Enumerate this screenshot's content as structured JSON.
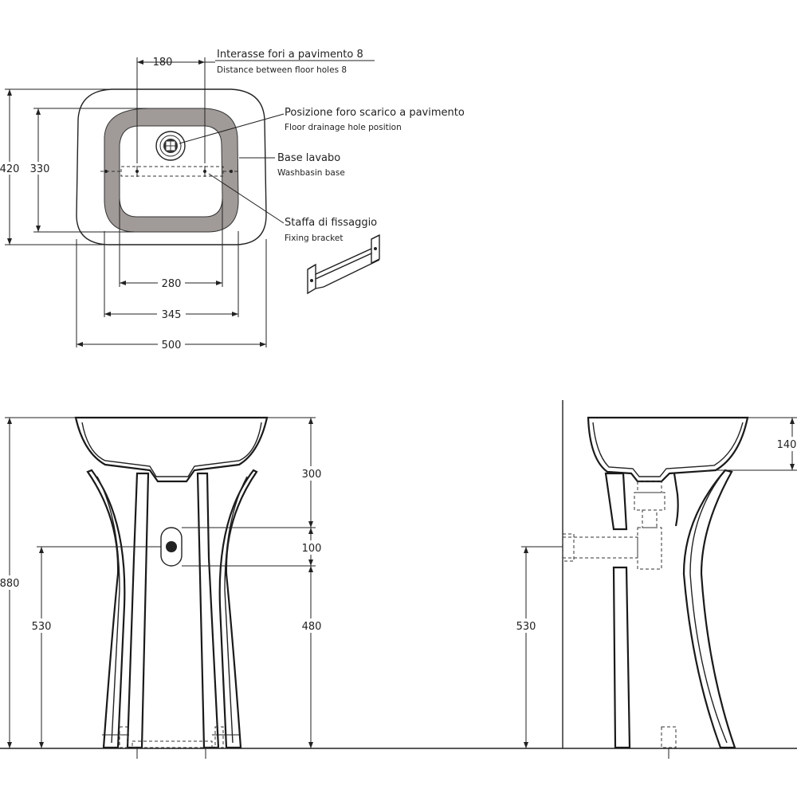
{
  "labels": {
    "floor_holes_it": "Interasse fori a pavimento  8",
    "floor_holes_en": "Distance between floor holes  8",
    "drain_it": "Posizione foro scarico a pavimento",
    "drain_en": "Floor drainage hole position",
    "base_it": "Base lavabo",
    "base_en": "Washbasin base",
    "bracket_it": "Staffa di fissaggio",
    "bracket_en": "Fixing bracket"
  },
  "dimensions": {
    "top_180": "180",
    "top_420": "420",
    "top_330": "330",
    "top_280": "280",
    "top_345": "345",
    "top_500": "500",
    "front_880": "880",
    "front_530": "530",
    "front_300": "300",
    "front_100": "100",
    "front_480": "480",
    "side_140": "140",
    "side_530": "530"
  },
  "colors": {
    "line": "#222222",
    "base_fill": "#a09a98",
    "drain_fill": "#222222"
  }
}
